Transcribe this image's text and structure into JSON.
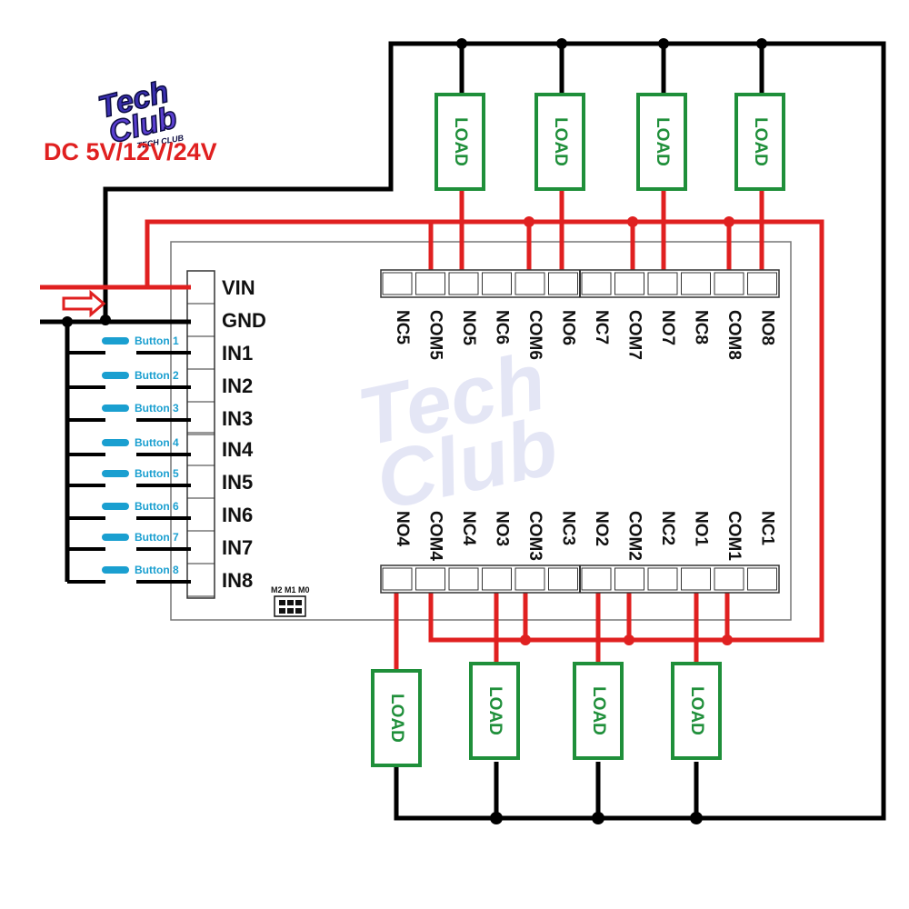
{
  "logo": {
    "line1": "Tech",
    "line2": "Club",
    "tagline": "TECH CLUB"
  },
  "supply_label": "DC 5V/12V/24V",
  "input_pins": [
    "VIN",
    "GND",
    "IN1",
    "IN2",
    "IN3",
    "IN4",
    "IN5",
    "IN6",
    "IN7",
    "IN8"
  ],
  "buttons": [
    "Button 1",
    "Button 2",
    "Button 3",
    "Button 4",
    "Button 5",
    "Button 6",
    "Button 7",
    "Button 8"
  ],
  "top_terminals": [
    "NC5",
    "COM5",
    "NO5",
    "NC6",
    "COM6",
    "NO6",
    "NC7",
    "COM7",
    "NO7",
    "NC8",
    "COM8",
    "NO8"
  ],
  "bottom_terminals": [
    "NO4",
    "COM4",
    "NC4",
    "NO3",
    "COM3",
    "NC3",
    "NO2",
    "COM2",
    "NC2",
    "NO1",
    "COM1",
    "NC1"
  ],
  "load_label": "LOAD",
  "mode_pins": "M2 M1 M0",
  "colors": {
    "power": "#e02020",
    "ground": "#000000",
    "load": "#1f8f3a",
    "button": "#1a9fd0",
    "logo": "#3a2fb0"
  }
}
